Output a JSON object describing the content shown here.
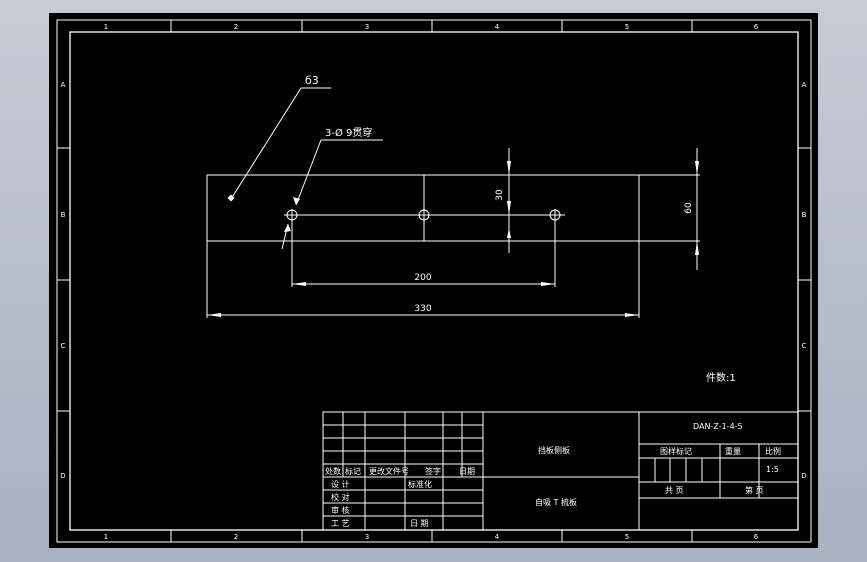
{
  "frame": {
    "columns": [
      "1",
      "2",
      "3",
      "4",
      "5",
      "6"
    ],
    "rows": [
      "A",
      "B",
      "C",
      "D"
    ]
  },
  "drawing": {
    "surface_callout": "б3",
    "hole_callout": "3-Ø 9贯穿",
    "dim_hole_spacing": "200",
    "dim_overall_length": "330",
    "dim_hole_offset": "30",
    "dim_height": "60",
    "quantity_note": "件数:1"
  },
  "title_block": {
    "col_labels": [
      "处数",
      "标记",
      "更改文件号",
      "签字",
      "日期"
    ],
    "row_design": "设 计",
    "row_check": "校 对",
    "row_review": "审 核",
    "row_process": "工 艺",
    "standardization": "标准化",
    "date_label": "日 期",
    "part_name": "挡板侧板",
    "project_name": "自吸 T 梳板",
    "drawing_number": "DAN-Z-1-4-5",
    "stage_label": "图样标记",
    "weight_label": "重量",
    "scale_label": "比例",
    "scale_value": "1:5",
    "total_sheets": "共 页",
    "sheet_no": "第 页"
  },
  "colors": {
    "background": "#000000",
    "line": "#ffffff"
  }
}
